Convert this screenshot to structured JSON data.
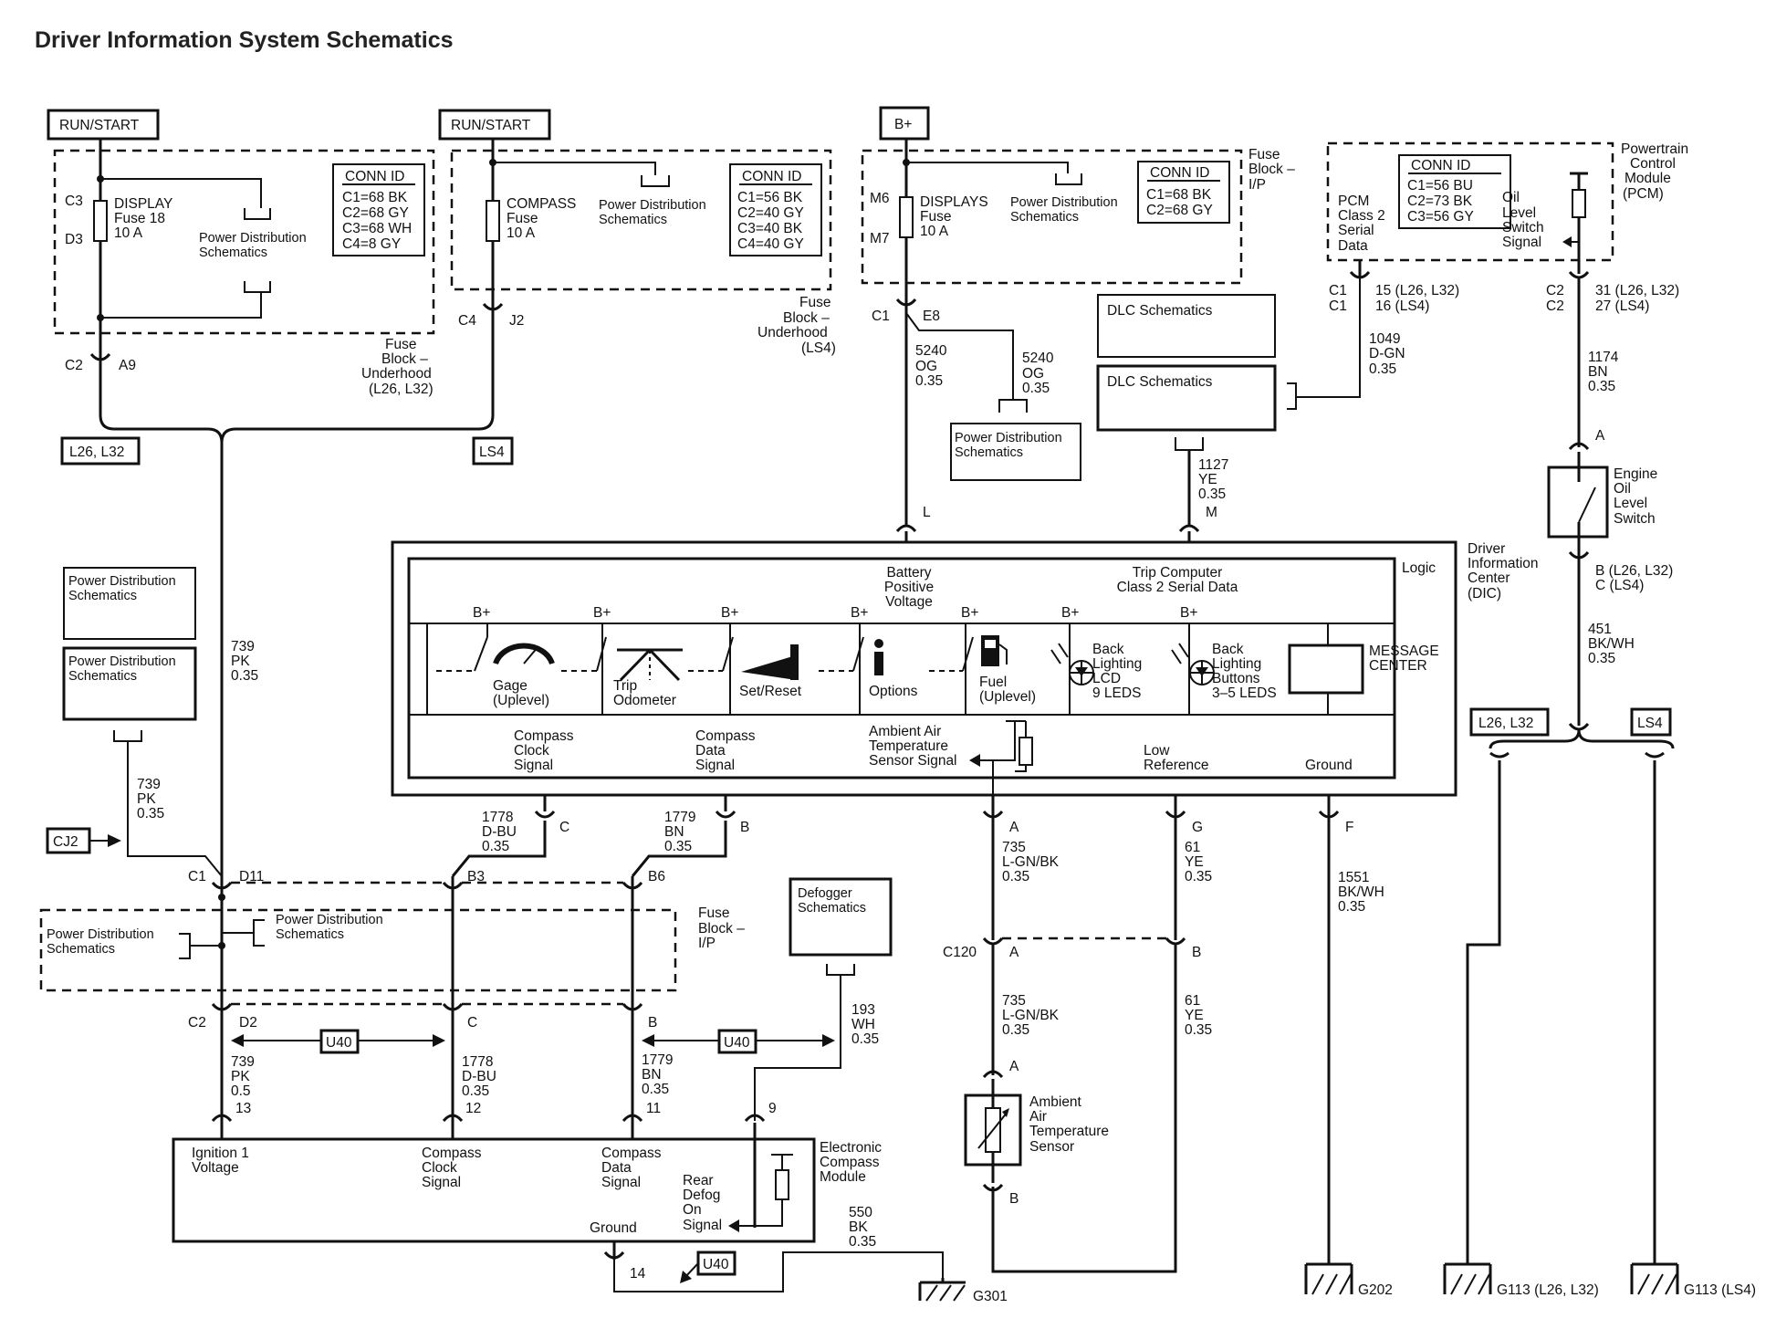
{
  "title": "Driver Information System Schematics",
  "tags": {
    "run_start_1": "RUN/START",
    "run_start_2": "RUN/START",
    "b_plus": "B+",
    "l26_l32_left": "L26, L32",
    "ls4_left": "LS4",
    "l26_l32_right": "L26, L32",
    "ls4_right": "LS4",
    "cj2": "CJ2",
    "u40_a": "U40",
    "u40_b": "U40",
    "u40_c": "U40"
  },
  "conn_ids": {
    "fuse_block_underhood_l26": {
      "title": "CONN ID",
      "lines": [
        "C1=68 BK",
        "C2=68 GY",
        "C3=68 WH",
        "C4=8 GY"
      ]
    },
    "fuse_block_underhood_ls4": {
      "title": "CONN ID",
      "lines": [
        "C1=56 BK",
        "C2=40 GY",
        "C3=40 BK",
        "C4=40 GY"
      ]
    },
    "fuse_block_ip": {
      "title": "CONN ID",
      "lines": [
        "C1=68 BK",
        "C2=68 GY"
      ]
    },
    "pcm": {
      "title": "CONN ID",
      "lines": [
        "C1=56 BU",
        "C2=73 BK",
        "C3=56 GY"
      ]
    }
  },
  "fuses": {
    "display_fuse_18": [
      "DISPLAY",
      "Fuse 18",
      "10 A"
    ],
    "compass_fuse": [
      "COMPASS",
      "Fuse",
      "10 A"
    ],
    "displays_fuse": [
      "DISPLAYS",
      "Fuse",
      "10 A"
    ]
  },
  "reference_boxes": {
    "power_distribution": [
      "Power Distribution",
      "Schematics"
    ],
    "dlc": "DLC Schematics",
    "defogger": [
      "Defogger",
      "Schematics"
    ]
  },
  "module_labels": {
    "fuse_block_underhood_l26": [
      "Fuse",
      "Block –",
      "Underhood",
      "(L26, L32)"
    ],
    "fuse_block_underhood_ls4": [
      "Fuse",
      "Block –",
      "Underhood",
      "(LS4)"
    ],
    "fuse_block_ip_top": [
      "Fuse",
      "Block –",
      "I/P"
    ],
    "fuse_block_ip_mid": [
      "Fuse",
      "Block –",
      "I/P"
    ],
    "pcm": [
      "Powertrain",
      "Control",
      "Module",
      "(PCM)"
    ],
    "dic": [
      "Driver",
      "Information",
      "Center",
      "(DIC)"
    ],
    "compass_module": [
      "Electronic",
      "Compass",
      "Module"
    ],
    "oil_switch": [
      "Engine",
      "Oil",
      "Level",
      "Switch"
    ],
    "ambient_sensor": [
      "Ambient",
      "Air",
      "Temperature",
      "Sensor"
    ]
  },
  "pcm": {
    "class2": [
      "PCM",
      "Class 2",
      "Serial",
      "Data"
    ],
    "oil_signal": [
      "Oil",
      "Level",
      "Switch",
      "Signal"
    ]
  },
  "dic": {
    "logic": "Logic",
    "battery": [
      "Battery",
      "Positive",
      "Voltage"
    ],
    "trip_computer": [
      "Trip Computer",
      "Class 2 Serial Data"
    ],
    "bplus": "B+",
    "functions": [
      [
        "Gage",
        "(Uplevel)"
      ],
      [
        "Trip",
        "Odometer"
      ],
      [
        "Set/Reset"
      ],
      [
        "Options"
      ],
      [
        "Fuel",
        "(Uplevel)"
      ],
      [
        "Back",
        "Lighting",
        "LCD",
        "9 LEDS"
      ],
      [
        "Back",
        "Lighting",
        "Buttons",
        "3–5 LEDS"
      ],
      [
        "MESSAGE",
        "CENTER"
      ]
    ],
    "bottom": [
      [
        "Compass",
        "Clock",
        "Signal"
      ],
      [
        "Compass",
        "Data",
        "Signal"
      ],
      [
        "Ambient Air",
        "Temperature",
        "Sensor Signal"
      ],
      [
        "Low",
        "Reference"
      ],
      [
        "Ground"
      ]
    ]
  },
  "compass_module": {
    "ignition": [
      "Ignition 1",
      "Voltage"
    ],
    "clock": [
      "Compass",
      "Clock",
      "Signal"
    ],
    "data": [
      "Compass",
      "Data",
      "Signal"
    ],
    "defog": [
      "Rear",
      "Defog",
      "On",
      "Signal"
    ],
    "ground": "Ground"
  },
  "pins": {
    "c3": "C3",
    "d3": "D3",
    "c2a": "C2",
    "a9": "A9",
    "c4": "C4",
    "j2": "J2",
    "m6": "M6",
    "m7": "M7",
    "c1a": "C1",
    "e8": "E8",
    "c1p1": "C1",
    "c1p2": "C1",
    "c2p1": "C2",
    "c2p2": "C2",
    "pcm15": "15 (L26, L32)",
    "pcm16": "16 (LS4)",
    "pcm31": "31 (L26, L32)",
    "pcm27": "27 (LS4)",
    "pin_l": "L",
    "pin_m": "M",
    "pin_a_oil": "A",
    "oil_b": "B (L26, L32)",
    "oil_c": "C (LS4)",
    "pin_c": "C",
    "pin_b": "B",
    "pin_a": "A",
    "pin_g": "G",
    "pin_f": "F",
    "c1b": "C1",
    "d11": "D11",
    "b3": "B3",
    "b6": "B6",
    "c2b": "C2",
    "d2": "D2",
    "c_mid": "C",
    "b_mid": "B",
    "c120": "C120",
    "a120": "A",
    "b120": "B",
    "sens_a": "A",
    "sens_b": "B",
    "p13": "13",
    "p12": "12",
    "p11": "11",
    "p9": "9",
    "p14": "14"
  },
  "wires": {
    "w5240a": [
      "5240",
      "OG",
      "0.35"
    ],
    "w5240b": [
      "5240",
      "OG",
      "0.35"
    ],
    "w1049": [
      "1049",
      "D-GN",
      "0.35"
    ],
    "w1174": [
      "1174",
      "BN",
      "0.35"
    ],
    "w1127": [
      "1127",
      "YE",
      "0.35"
    ],
    "w739a": [
      "739",
      "PK",
      "0.35"
    ],
    "w739b": [
      "739",
      "PK",
      "0.35"
    ],
    "w451": [
      "451",
      "BK/WH",
      "0.35"
    ],
    "w1778a": [
      "1778",
      "D-BU",
      "0.35"
    ],
    "w1779a": [
      "1779",
      "BN",
      "0.35"
    ],
    "w735a": [
      "735",
      "L-GN/BK",
      "0.35"
    ],
    "w61a": [
      "61",
      "YE",
      "0.35"
    ],
    "w1551": [
      "1551",
      "BK/WH",
      "0.35"
    ],
    "w735b": [
      "735",
      "L-GN/BK",
      "0.35"
    ],
    "w61b": [
      "61",
      "YE",
      "0.35"
    ],
    "w739c": [
      "739",
      "PK",
      "0.5"
    ],
    "w1778b": [
      "1778",
      "D-BU",
      "0.35"
    ],
    "w1779b": [
      "1779",
      "BN",
      "0.35"
    ],
    "w193": [
      "193",
      "WH",
      "0.35"
    ],
    "w550": [
      "550",
      "BK",
      "0.35"
    ]
  },
  "grounds": {
    "g301": "G301",
    "g202": "G202",
    "g113a": "G113 (L26, L32)",
    "g113b": "G113 (LS4)"
  }
}
